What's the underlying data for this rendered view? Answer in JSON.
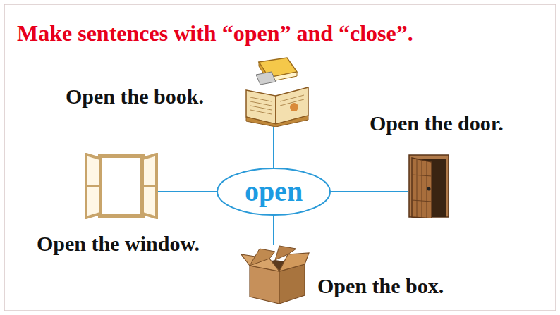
{
  "diagram": {
    "title": "Make sentences with “open” and “close”.",
    "nodes": [
      {
        "text": [
          "open"
        ]
      },
      {
        "text": [
          "Open the book."
        ]
      },
      {
        "text": [
          "Open the door."
        ]
      },
      {
        "text": [
          "Open the window."
        ]
      },
      {
        "text": [
          "Open the box."
        ]
      }
    ],
    "edges": [
      {
        "from": 0,
        "to": 1,
        "arrow": "none"
      },
      {
        "from": 0,
        "to": 2,
        "arrow": "none"
      },
      {
        "from": 0,
        "to": 3,
        "arrow": "none"
      },
      {
        "from": 0,
        "to": 4,
        "arrow": "none"
      }
    ]
  }
}
